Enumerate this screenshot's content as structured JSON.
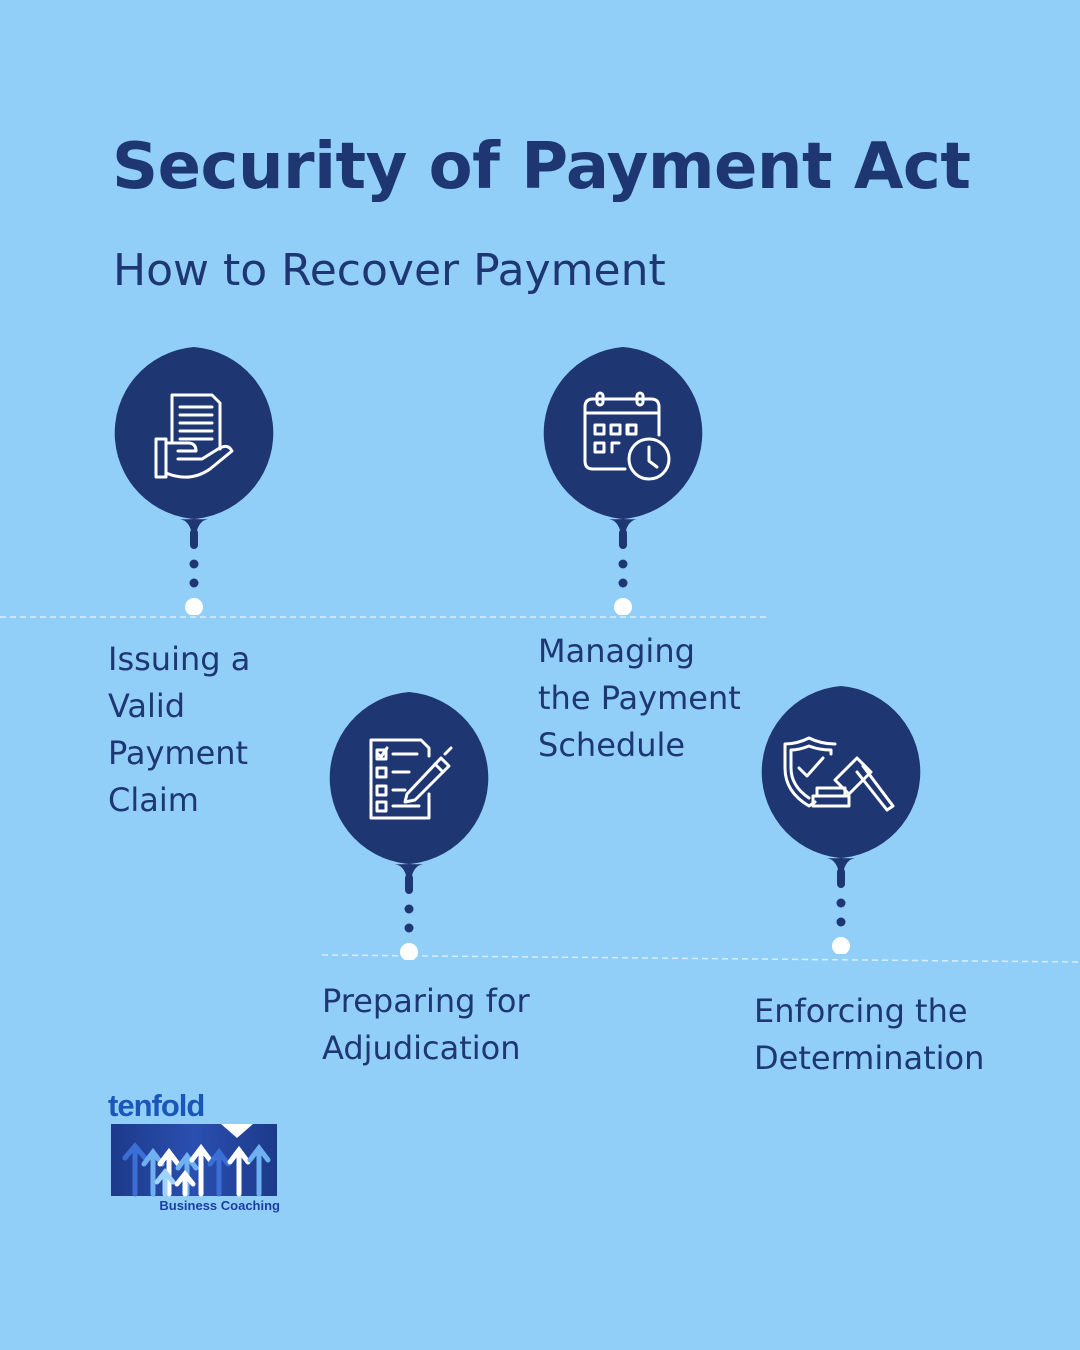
{
  "header": {
    "title": "Security of Payment Act",
    "subtitle": "How to Recover Payment"
  },
  "steps": [
    {
      "label": "Issuing a\nValid\nPayment\nClaim",
      "icon": "hand-document-icon"
    },
    {
      "label": "Managing\nthe Payment\nSchedule",
      "icon": "calendar-clock-icon"
    },
    {
      "label": "Preparing for\nAdjudication",
      "icon": "checklist-pen-icon"
    },
    {
      "label": "Enforcing the\nDetermination",
      "icon": "shield-gavel-icon"
    }
  ],
  "logo": {
    "wordmark": "tenfold",
    "tagline": "Business Coaching"
  },
  "colors": {
    "background": "#92cff8",
    "navy": "#1e3772",
    "dot_white": "#ffffff",
    "logo_blue": "#1a57b8"
  }
}
